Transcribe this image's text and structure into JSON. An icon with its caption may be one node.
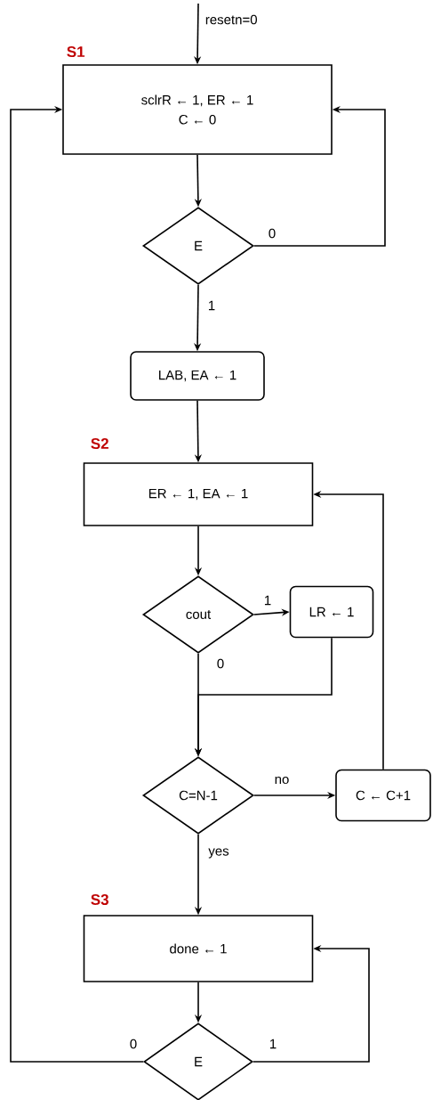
{
  "diagram": {
    "nodes": [
      {
        "text": [
          "sclrR ← 1, ER ← 1",
          "C ← 0"
        ],
        "beside": [
          "S1"
        ]
      },
      {
        "text": [
          "E"
        ]
      },
      {
        "text": [
          "LAB, EA ← 1"
        ]
      },
      {
        "text": [
          "ER ← 1, EA ← 1"
        ],
        "beside": [
          "S2"
        ]
      },
      {
        "text": [
          "cout"
        ]
      },
      {
        "text": [
          "LR ← 1"
        ]
      },
      {
        "text": [
          "C=N-1"
        ]
      },
      {
        "text": [
          "C ← C+1"
        ]
      },
      {
        "text": [
          "done ← 1"
        ],
        "beside": [
          "S3"
        ]
      },
      {
        "text": [
          "E"
        ]
      }
    ],
    "edges": [
      {
        "from": null,
        "to": 0,
        "arrow": "to",
        "label": "resetn=0"
      },
      {
        "from": 0,
        "to": 1,
        "arrow": "to"
      },
      {
        "from": 1,
        "to": 0,
        "arrow": "to",
        "label": "0"
      },
      {
        "from": 1,
        "to": 2,
        "arrow": "to",
        "label": "1"
      },
      {
        "from": 2,
        "to": 3,
        "arrow": "to"
      },
      {
        "from": 3,
        "to": 4,
        "arrow": "to"
      },
      {
        "from": 4,
        "to": 5,
        "arrow": "to",
        "label": "1"
      },
      {
        "from": 4,
        "to": 6,
        "arrow": "to",
        "label": "0"
      },
      {
        "from": 5,
        "to": 6,
        "arrow": "to"
      },
      {
        "from": 6,
        "to": 7,
        "arrow": "to",
        "label": "no"
      },
      {
        "from": 7,
        "to": 3,
        "arrow": "to"
      },
      {
        "from": 6,
        "to": 8,
        "arrow": "to",
        "label": "yes"
      },
      {
        "from": 8,
        "to": 9,
        "arrow": "to"
      },
      {
        "from": 9,
        "to": 8,
        "arrow": "to",
        "label": "1"
      },
      {
        "from": 9,
        "to": 0,
        "arrow": "to",
        "label": "0"
      }
    ]
  }
}
